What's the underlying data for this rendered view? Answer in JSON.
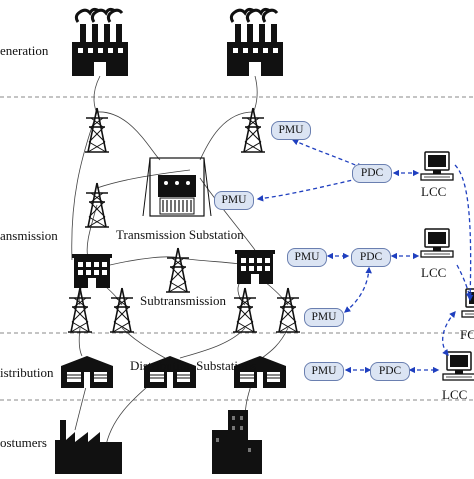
{
  "diagram": {
    "tiers": {
      "generation": "eneration",
      "transmission": "ansmission",
      "distribution": "istribution",
      "costumers": "ostumers"
    },
    "labels": {
      "transmission_substation": "Transmission Substation",
      "subtransmission": "Subtransmission",
      "distribution_substations": "Distribution Substations"
    },
    "nodes": {
      "pmu": "PMU",
      "pdc": "PDC",
      "lcc": "LCC",
      "fc_partial": "FC"
    },
    "colors": {
      "link": "#1f3fbf",
      "pill_fill": "#dbe4f3",
      "pill_border": "#6a7fb0",
      "separator": "#888888",
      "building": "#111111"
    }
  }
}
